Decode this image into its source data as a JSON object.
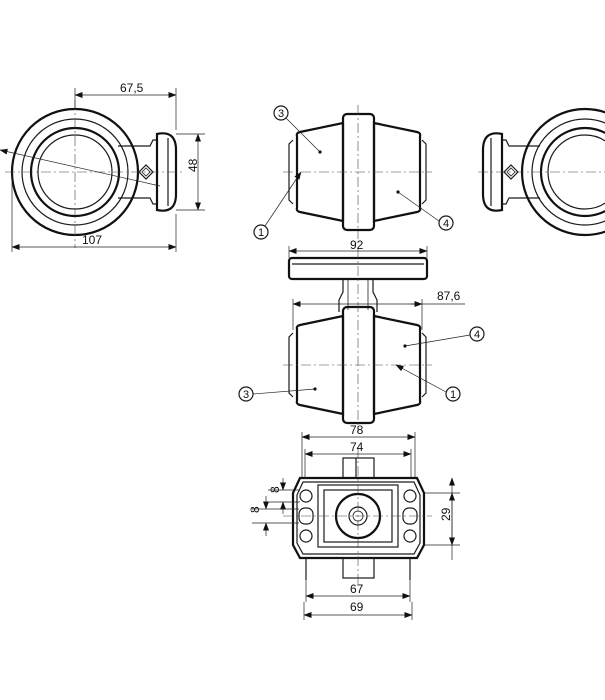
{
  "views": {
    "left_side": {
      "dims": {
        "top_width": "67,5",
        "bottom_width": "107",
        "height": "48"
      }
    },
    "front": {
      "callouts": {
        "c3": "3",
        "c1": "1",
        "c4": "4"
      }
    },
    "top": {
      "dims": {
        "base_width": "92",
        "body_width": "87,6"
      },
      "callouts": {
        "c4": "4",
        "c3": "3",
        "c1": "1"
      }
    },
    "bottom": {
      "dims": {
        "outer_width": "78",
        "inner_width": "74",
        "slot_8a": "8",
        "slot_8b": "8",
        "height": "29",
        "hole_width": "67",
        "base_width": "69"
      }
    }
  },
  "colors": {
    "line": "#1a1a1a",
    "background": "#ffffff"
  }
}
